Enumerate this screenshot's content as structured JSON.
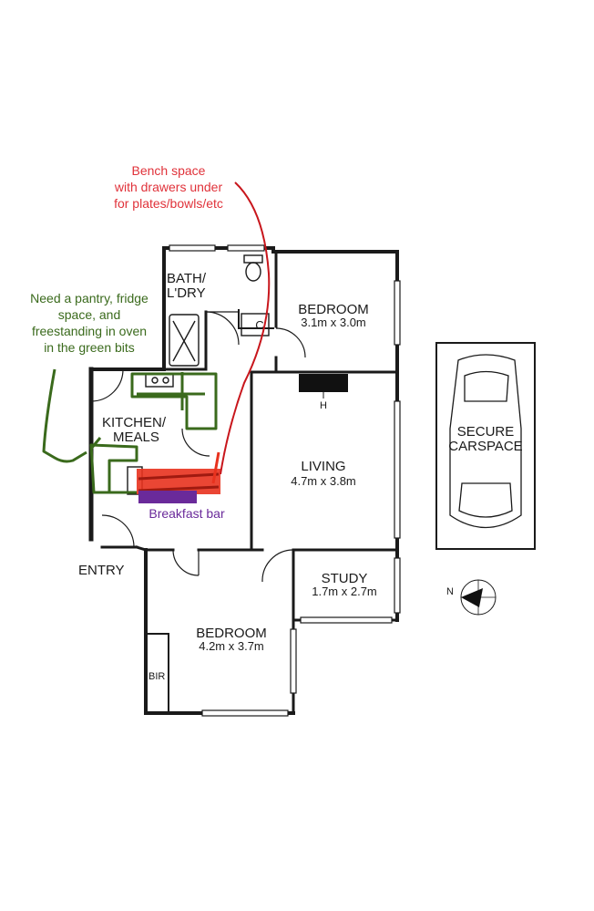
{
  "rooms": {
    "bath": {
      "line1": "BATH/",
      "line2": "L'DRY",
      "c_label": "C"
    },
    "bedroom1": {
      "name": "BEDROOM",
      "size": "3.1m x 3.0m"
    },
    "kitchen": {
      "line1": "KITCHEN/",
      "line2": "MEALS"
    },
    "living": {
      "name": "LIVING",
      "size": "4.7m x 3.8m",
      "heater": "H"
    },
    "study": {
      "name": "STUDY",
      "size": "1.7m x 2.7m"
    },
    "bedroom2": {
      "name": "BEDROOM",
      "size": "4.2m x 3.7m",
      "robe": "BIR"
    },
    "entry": {
      "name": "ENTRY"
    },
    "carspace": {
      "line1": "SECURE",
      "line2": "CARSPACE"
    }
  },
  "compass": {
    "label": "N"
  },
  "annotations": {
    "bench": {
      "lines": [
        "Bench space",
        "with drawers under",
        "for plates/bowls/etc"
      ],
      "color": "#e0323a"
    },
    "pantry": {
      "lines": [
        "Need a pantry, fridge",
        "space, and",
        "freestanding in oven",
        "in the green bits"
      ],
      "color": "#3a6a1c"
    },
    "breakfast": {
      "text": "Breakfast bar",
      "color": "#6a2a9a"
    }
  },
  "colors": {
    "wall": "#1a1a1a",
    "red": "#e0323a",
    "green": "#3a6a1c",
    "purple": "#6a2a9a",
    "bench_red": "#e8321e",
    "dark_red": "#a01a10"
  }
}
